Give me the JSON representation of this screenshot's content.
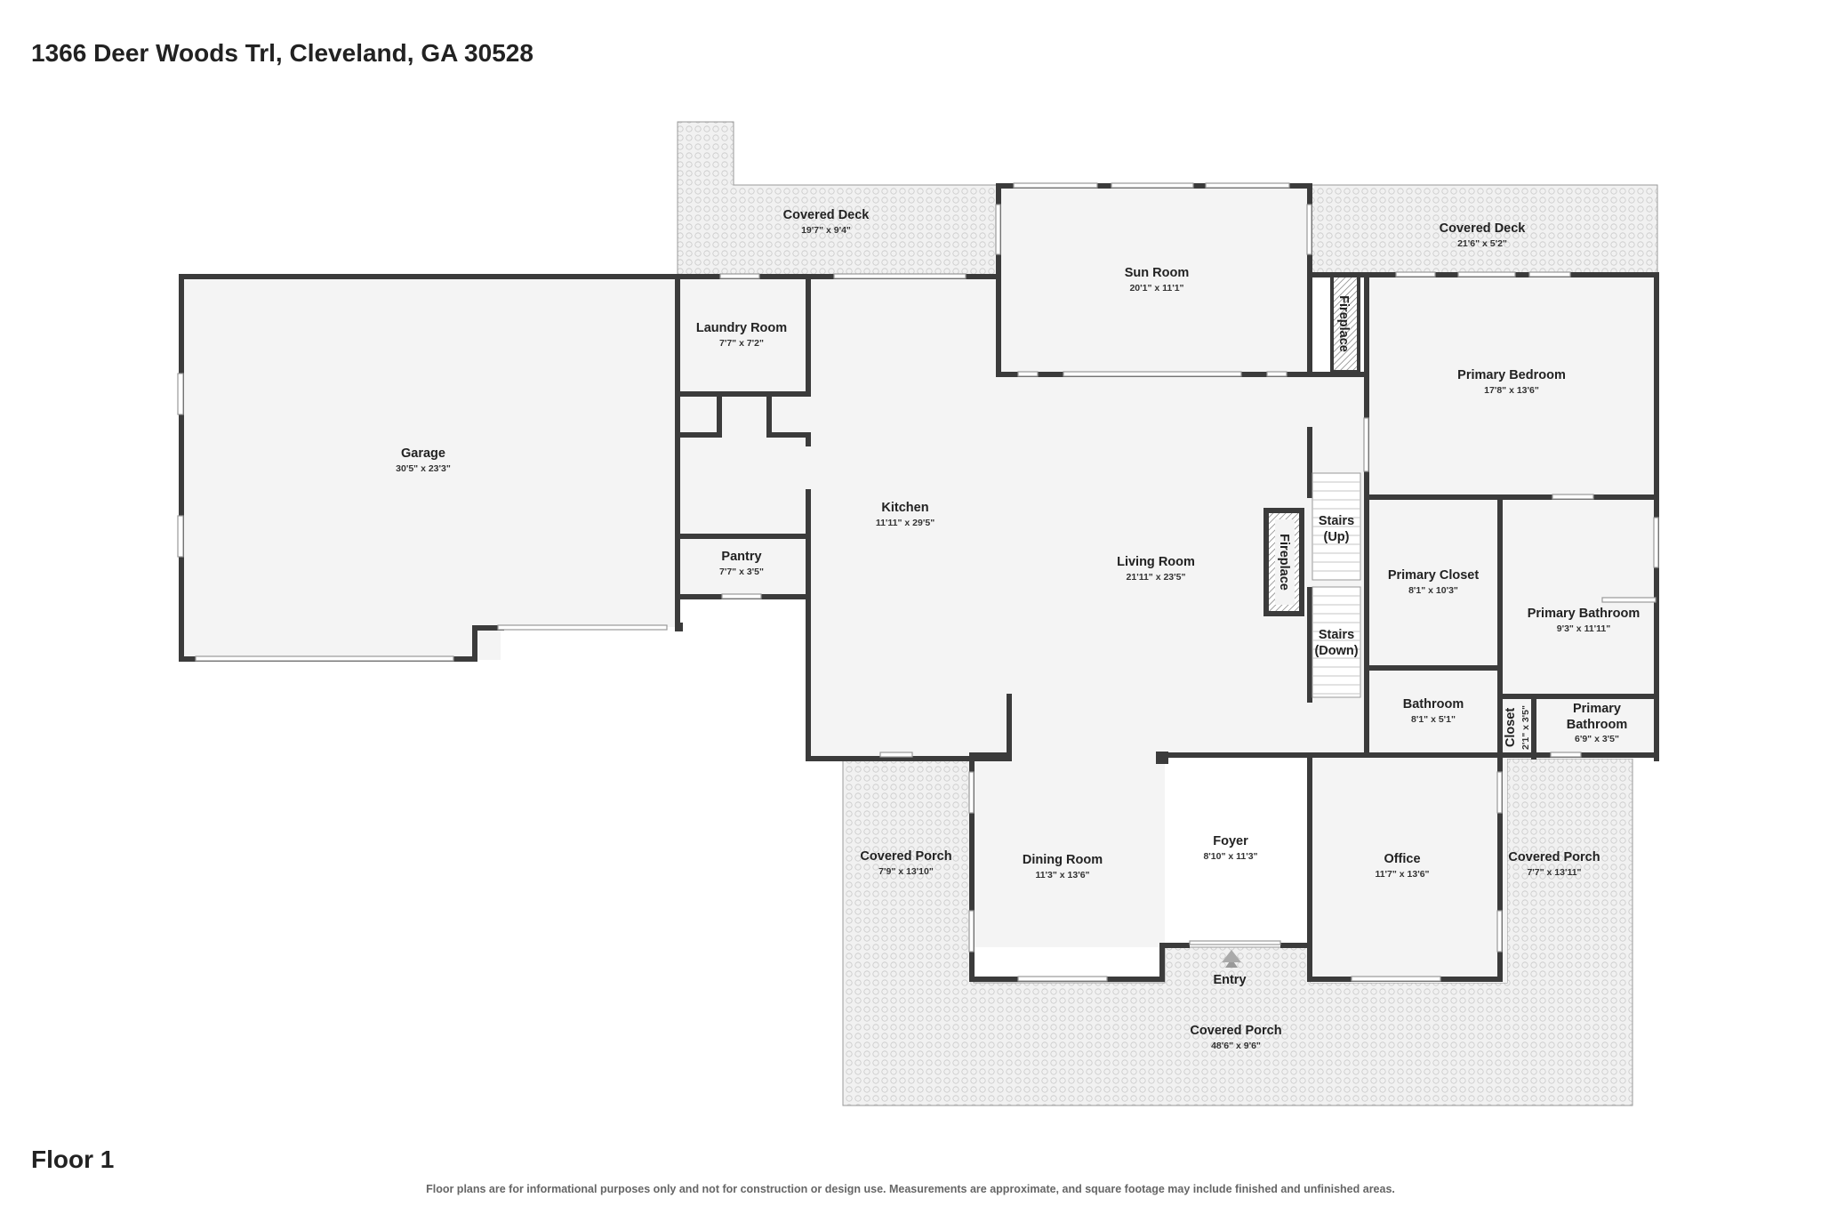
{
  "address": "1366 Deer Woods Trl, Cleveland, GA 30528",
  "floor_label": "Floor 1",
  "disclaimer": "Floor plans are for informational purposes only and not for construction or design use. Measurements are approximate, and square footage may include finished and unfinished areas.",
  "rooms": {
    "covered_deck_left": {
      "name": "Covered Deck",
      "dims": "19'7\" x 9'4\""
    },
    "sun_room": {
      "name": "Sun Room",
      "dims": "20'1\" x 11'1\""
    },
    "covered_deck_right": {
      "name": "Covered Deck",
      "dims": "21'6\" x 5'2\""
    },
    "fireplace_top": {
      "name": "Fireplace"
    },
    "garage": {
      "name": "Garage",
      "dims": "30'5\" x 23'3\""
    },
    "laundry_room": {
      "name": "Laundry Room",
      "dims": "7'7\" x 7'2\""
    },
    "kitchen": {
      "name": "Kitchen",
      "dims": "11'11\" x 29'5\""
    },
    "pantry": {
      "name": "Pantry",
      "dims": "7'7\" x 3'5\""
    },
    "living_room": {
      "name": "Living Room",
      "dims": "21'11\" x 23'5\""
    },
    "fireplace_mid": {
      "name": "Fireplace"
    },
    "stairs_up": {
      "name_line1": "Stairs",
      "name_line2": "(Up)"
    },
    "stairs_down": {
      "name_line1": "Stairs",
      "name_line2": "(Down)"
    },
    "primary_bedroom": {
      "name": "Primary Bedroom",
      "dims": "17'8\" x 13'6\""
    },
    "primary_closet": {
      "name": "Primary Closet",
      "dims": "8'1\" x 10'3\""
    },
    "primary_bathroom": {
      "name": "Primary Bathroom",
      "dims": "9'3\" x 11'11\""
    },
    "bathroom": {
      "name": "Bathroom",
      "dims": "8'1\" x 5'1\""
    },
    "closet": {
      "name": "Closet",
      "dims": "2'1\" x 3'5\""
    },
    "primary_bathroom_small": {
      "name_line1": "Primary",
      "name_line2": "Bathroom",
      "dims": "6'9\" x 3'5\""
    },
    "covered_porch_left": {
      "name": "Covered Porch",
      "dims": "7'9\" x 13'10\""
    },
    "dining_room": {
      "name": "Dining Room",
      "dims": "11'3\" x 13'6\""
    },
    "foyer": {
      "name": "Foyer",
      "dims": "8'10\" x 11'3\""
    },
    "office": {
      "name": "Office",
      "dims": "11'7\" x 13'6\""
    },
    "covered_porch_right": {
      "name": "Covered Porch",
      "dims": "7'7\" x 13'11\""
    },
    "entry": {
      "name": "Entry"
    },
    "covered_porch_front": {
      "name": "Covered Porch",
      "dims": "48'6\" x 9'6\""
    }
  },
  "colors": {
    "wall": "#3b3b3b",
    "floor": "#f4f4f4",
    "deck": "#ececec",
    "text": "#222222"
  }
}
